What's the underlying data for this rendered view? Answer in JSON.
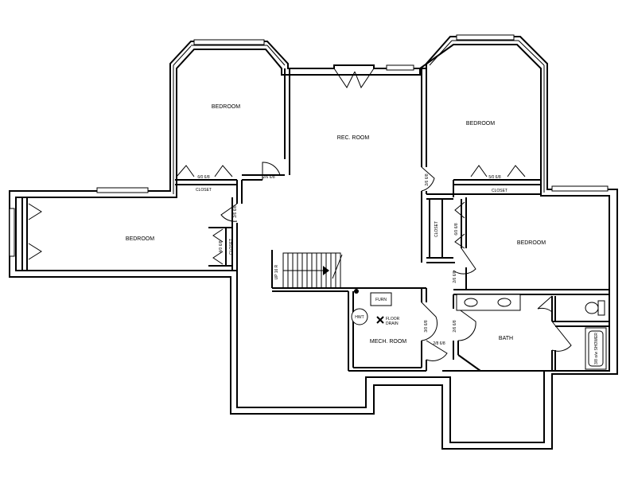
{
  "rooms": {
    "bedroom_nw": "BEDROOM",
    "rec_room": "REC. ROOM",
    "bedroom_ne": "BEDROOM",
    "bedroom_w": "BEDROOM",
    "bedroom_e": "BEDROOM",
    "mech_room": "MECH. ROOM",
    "bath": "BATH"
  },
  "labels": {
    "closet_nw": "CLOSET",
    "closet_ne": "CLOSET",
    "closet_w": "CLOSET",
    "closet_e": "CLOSET",
    "bifold_nw": "6/0 6/8",
    "bifold_ne": "5/0 6/8",
    "bifold_w": "4/0 6/8",
    "bifold_e": "6/0 6/8",
    "door_nw": "2/6 6/8",
    "door_ne": "2/6 6/8",
    "door_w": "2/6 6/8",
    "door_e": "2/6 6/8",
    "door_mech": "3/0 6/8",
    "door_mech_closet": "2/8 6/8",
    "door_bath": "2/6 6/8",
    "stairs": "UP 16 R",
    "furnace": "FURN",
    "water_heater": "HWT",
    "floor_drain": "FLOOR DRAIN",
    "shower": "3/8 o/w SHOWER"
  }
}
